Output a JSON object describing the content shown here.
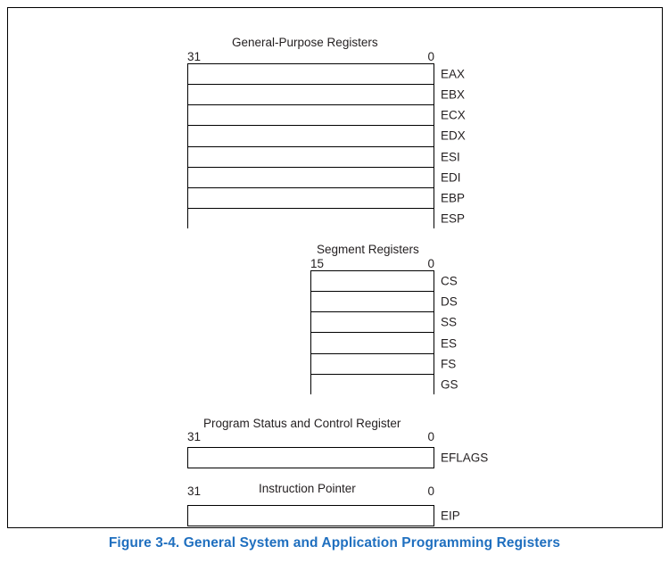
{
  "figure": {
    "caption": "Figure 3-4.  General System and Application Programming Registers",
    "caption_color": "#1f6fbf",
    "border_color": "#000000",
    "text_color": "#231f20",
    "background": "#ffffff"
  },
  "groups": [
    {
      "id": "general-purpose-registers",
      "title": "General-Purpose Registers",
      "msb_label": "31",
      "lsb_label": "0",
      "registers": [
        "EAX",
        "EBX",
        "ECX",
        "EDX",
        "ESI",
        "EDI",
        "EBP",
        "ESP"
      ]
    },
    {
      "id": "segment-registers",
      "title": "Segment Registers",
      "msb_label": "15",
      "lsb_label": "0",
      "registers": [
        "CS",
        "DS",
        "SS",
        "ES",
        "FS",
        "GS"
      ]
    },
    {
      "id": "program-status-and-control-register",
      "title": "Program Status and Control Register",
      "msb_label": "31",
      "lsb_label": "0",
      "registers": [
        "EFLAGS"
      ]
    },
    {
      "id": "instruction-pointer",
      "title": "Instruction Pointer",
      "msb_label": "31",
      "lsb_label": "0",
      "registers": [
        "EIP"
      ]
    }
  ]
}
